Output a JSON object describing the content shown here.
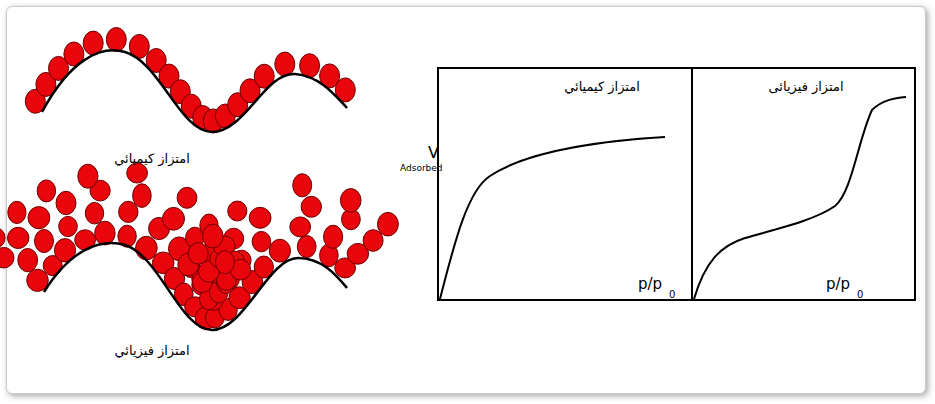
{
  "diagram": {
    "labels": [
      "امتزاز كيميائي",
      "امتزاز فيزيائي",
      "V",
      "Adsorbed",
      "امتزاز كيميائي",
      "امتزاز فيزيائى",
      "p/p",
      "0",
      "p/p",
      "0"
    ]
  }
}
